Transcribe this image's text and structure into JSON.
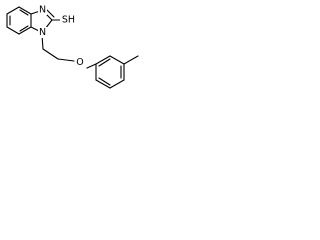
{
  "molecule": {
    "atoms": {
      "n_ring": "N",
      "nh": "N",
      "sh": "SH",
      "o": "O"
    },
    "colors": {
      "bond": "#000000",
      "text": "#000000",
      "background": "#ffffff"
    }
  }
}
